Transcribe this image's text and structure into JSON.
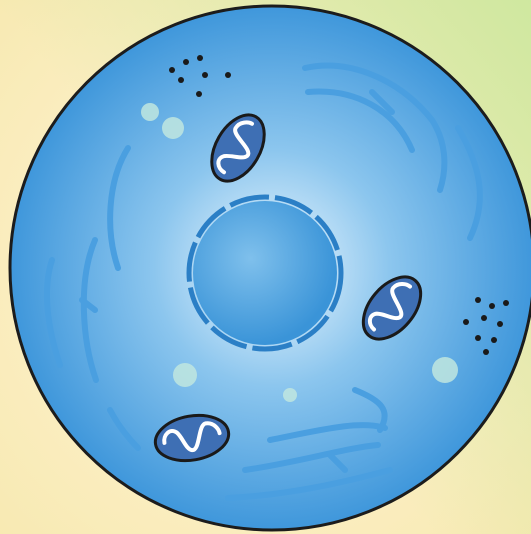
{
  "diagram": {
    "subject": "cell",
    "parts": [
      "cell-membrane",
      "cytoplasm",
      "nucleus",
      "mitochondria",
      "endoplasmic-reticulum",
      "vesicles",
      "granules"
    ],
    "mitochondria_count": 3,
    "vesicle_count": 5,
    "granule_cluster_count": 2,
    "labels": []
  },
  "colors": {
    "background_center": "#fbeec2",
    "background_yellow": "#f7e9b0",
    "background_green": "#cfe8a0",
    "cytoplasm_light": "#eef8fe",
    "cytoplasm_mid": "#8cc6ee",
    "cytoplasm_edge": "#3f97db",
    "membrane": "#1c1c1c",
    "nucleus_light": "#7fc0ec",
    "nucleus_dark": "#3a94d8",
    "nucleus_envelope": "#2b7fc6",
    "er": "#4a9fe0",
    "vesicle": "#bfe6df",
    "mito_fill": "#3e6fb4",
    "mito_outline": "#1a1a1a",
    "mito_cristae": "#ffffff",
    "granules": "#1a1a1a"
  }
}
